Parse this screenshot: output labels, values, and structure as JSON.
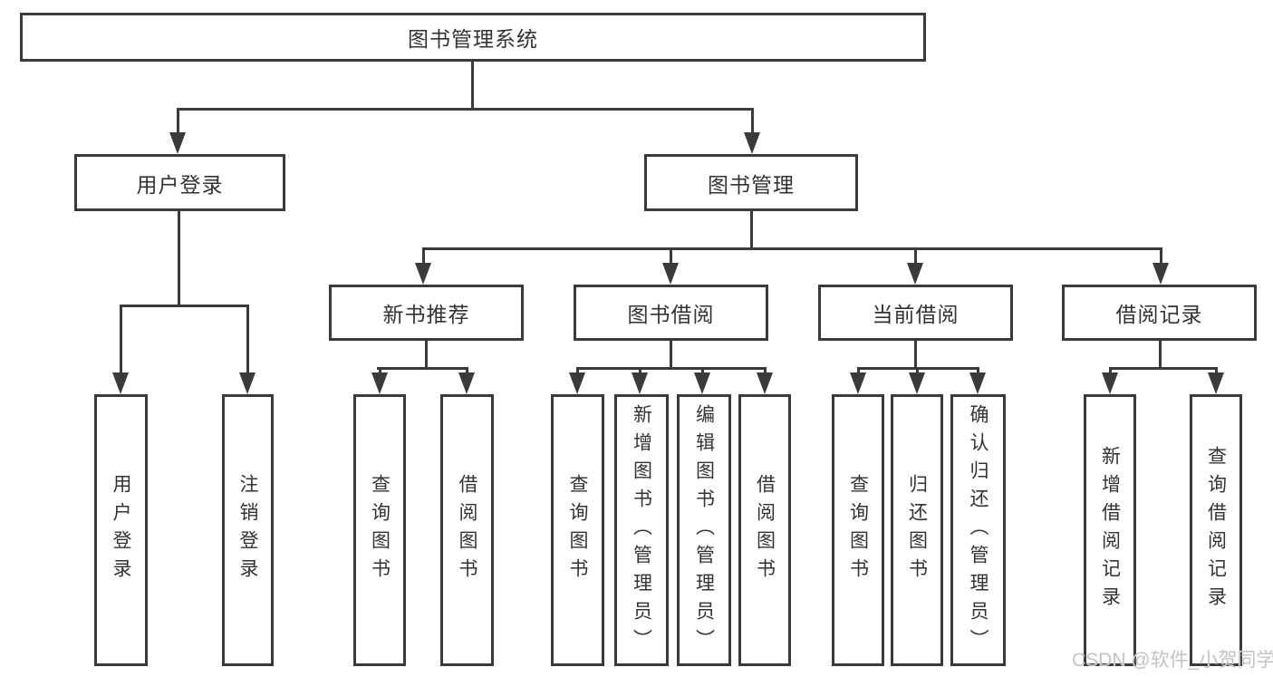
{
  "diagram": {
    "root": "图书管理系统",
    "branches": {
      "user": {
        "label": "用户登录",
        "children": [
          "用户登录",
          "注销登录"
        ]
      },
      "book": {
        "label": "图书管理",
        "groups": [
          {
            "label": "新书推荐",
            "children": [
              "查询图书",
              "借阅图书"
            ]
          },
          {
            "label": "图书借阅",
            "children": [
              "查询图书",
              "新增图书（管理员）",
              "编辑图书（管理员）",
              "借阅图书"
            ]
          },
          {
            "label": "当前借阅",
            "children": [
              "查询图书",
              "归还图书",
              "确认归还（管理员）"
            ]
          },
          {
            "label": "借阅记录",
            "children": [
              "新增借阅记录",
              "查询借阅记录"
            ]
          }
        ]
      }
    },
    "watermark": "CSDN @软件_小贺同学"
  }
}
